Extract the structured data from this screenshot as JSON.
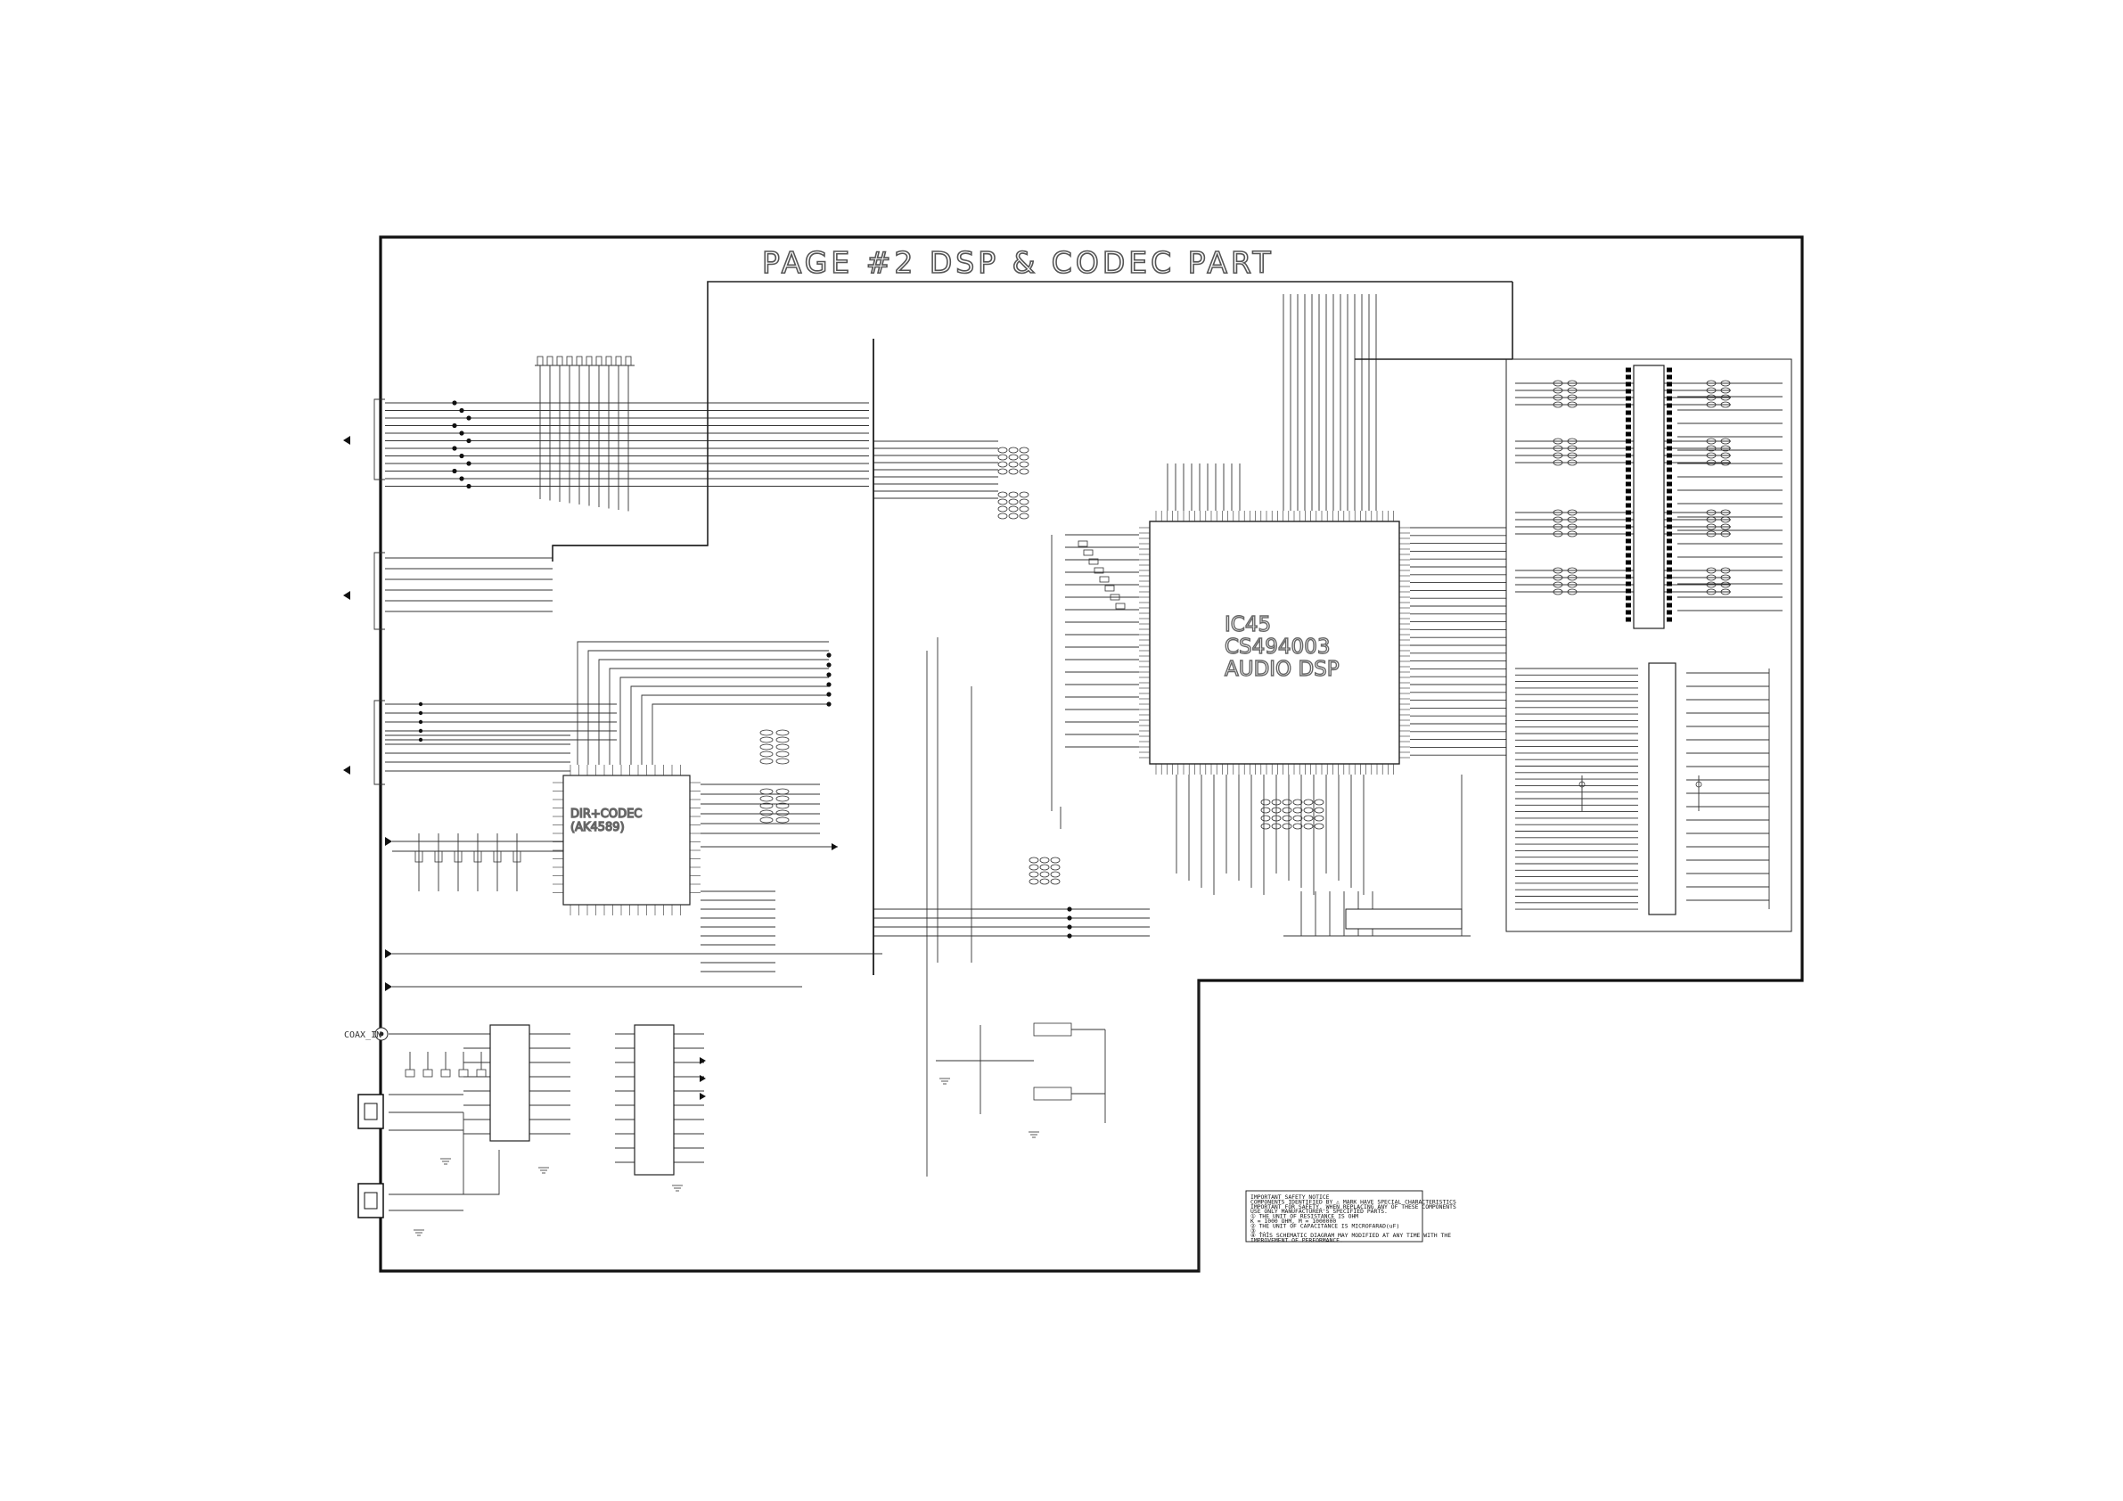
{
  "page_title": "PAGE #2 DSP & CODEC PART",
  "chips": {
    "dsp": {
      "ref": "IC45",
      "part": "CS494003",
      "function": "AUDIO DSP"
    },
    "codec": {
      "function": "DIR+CODEC",
      "part": "(AK4589)"
    }
  },
  "connector_labels": {
    "coax_in": "COAX_IN"
  },
  "notice": {
    "lines": [
      "IMPORTANT SAFETY NOTICE",
      "COMPONENTS IDENTIFIED BY ⚠ MARK HAVE SPECIAL CHARACTERISTICS",
      "IMPORTANT FOR SAFETY. WHEN REPLACING ANY OF THESE COMPONENTS",
      "USE ONLY MANUFACTURER'S SPECIFIED PARTS.",
      "① THE UNIT OF RESISTANCE IS OHM",
      "   K = 1000 OHM, M = 1000000",
      "② THE UNIT OF CAPACITANCE IS MICROFARAD(uF)",
      "③ ...",
      "④ THIS SCHEMATIC DIAGRAM MAY MODIFIED AT ANY TIME WITH THE",
      "   IMPROVEMENT OF PERFORMANCE."
    ]
  }
}
